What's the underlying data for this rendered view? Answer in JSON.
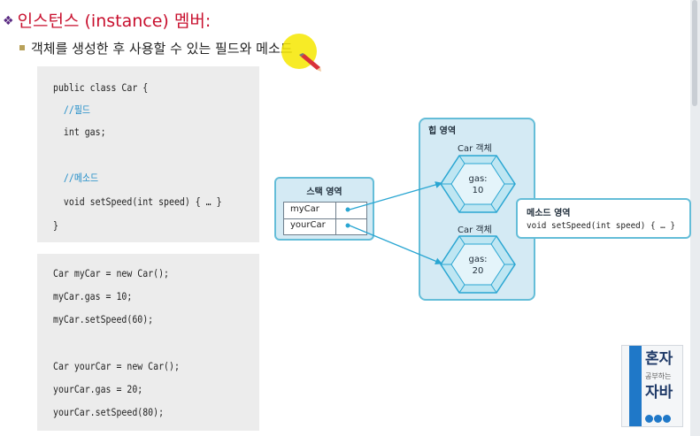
{
  "header": {
    "title_bullet": "❖",
    "title": "인스턴스 (instance) 멤버:",
    "subtitle": "객체를 생성한 후 사용할 수 있는 필드와 메소드"
  },
  "code_class": [
    {
      "text": "public class Car {",
      "kind": "code"
    },
    {
      "text": "  //필드",
      "kind": "comment"
    },
    {
      "text": "  int gas;",
      "kind": "code"
    },
    {
      "text": "",
      "kind": "code"
    },
    {
      "text": "  //메소드",
      "kind": "comment"
    },
    {
      "text": "  void setSpeed(int speed) { … }",
      "kind": "code"
    },
    {
      "text": "}",
      "kind": "code"
    }
  ],
  "code_usage": [
    "Car myCar = new Car();",
    "myCar.gas = 10;",
    "myCar.setSpeed(60);",
    "",
    "Car yourCar = new Car();",
    "yourCar.gas = 20;",
    "yourCar.setSpeed(80);"
  ],
  "diagram": {
    "stack_title": "스택 영역",
    "stack_vars": [
      "myCar",
      "yourCar"
    ],
    "heap_title": "힙 영역",
    "objects": [
      {
        "label": "Car 객체",
        "field": "gas:",
        "value": "10"
      },
      {
        "label": "Car 객체",
        "field": "gas:",
        "value": "20"
      }
    ],
    "method_title": "메소드 영역",
    "method_signature": "void setSpeed(int speed) { … }"
  },
  "book": {
    "title_lines": [
      "혼자",
      "공부하는",
      "자바"
    ]
  },
  "colors": {
    "title_red": "#c8102e",
    "panel_fill": "#d4eaf4",
    "panel_border": "#64bdd8",
    "hex_fill": "#bfe6f2",
    "arrow": "#2aa6d2",
    "code_bg": "#ececec",
    "comment_blue": "#1e8cc8"
  }
}
